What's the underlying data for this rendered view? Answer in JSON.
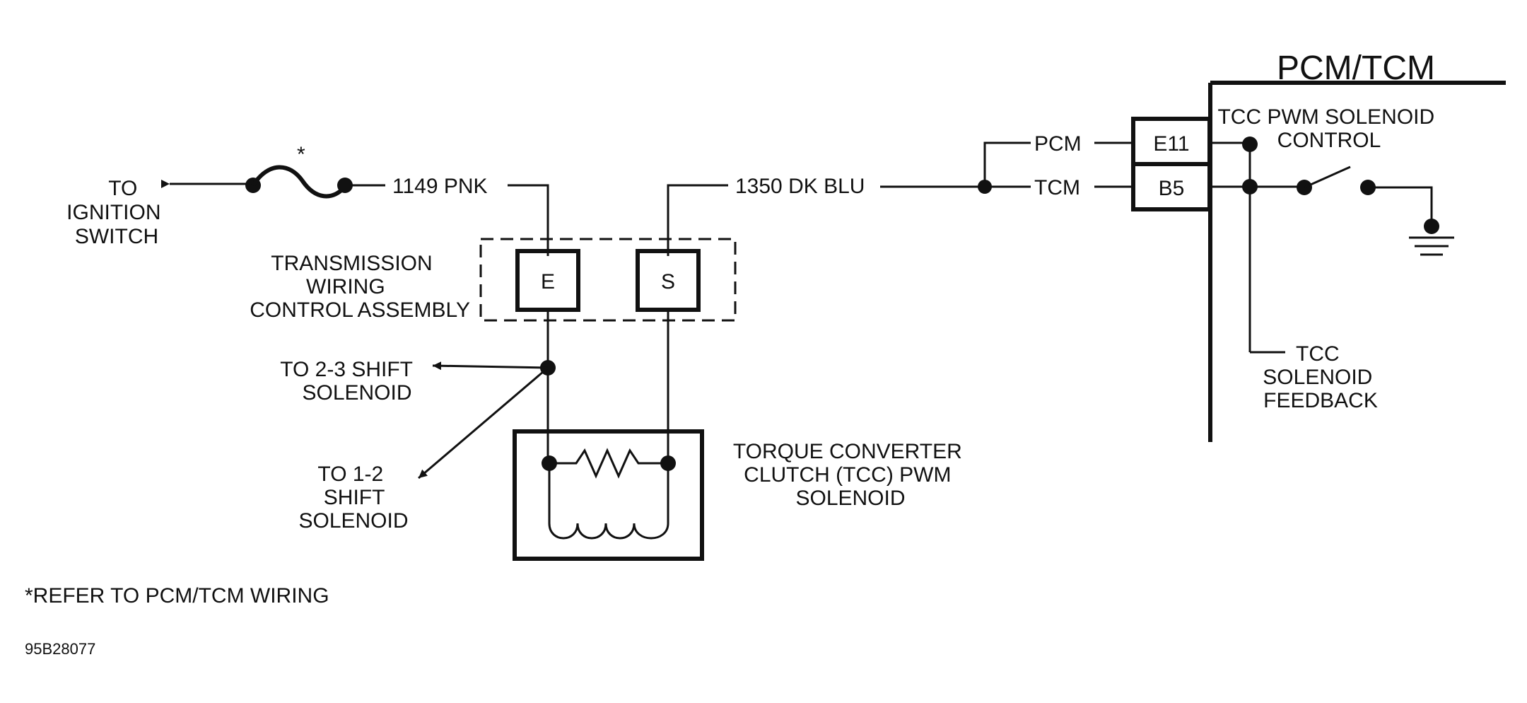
{
  "module_title": "PCM/TCM",
  "fuse_marker": "*",
  "ignition_label": [
    "TO",
    "IGNITION",
    "SWITCH"
  ],
  "wire_pink": "1149 PNK",
  "wire_blue": "1350 DK BLU",
  "pcm_label": "PCM",
  "tcm_label": "TCM",
  "pin_e11": "E11",
  "pin_b5": "B5",
  "tcc_control_label": [
    "TCC PWM SOLENOID",
    "CONTROL"
  ],
  "tcc_feedback_label": [
    "TCC",
    "SOLENOID",
    "FEEDBACK"
  ],
  "assembly_label": [
    "TRANSMISSION",
    "WIRING",
    "CONTROL ASSEMBLY"
  ],
  "terminal_e": "E",
  "terminal_s": "S",
  "shift23_label": [
    "TO 2-3 SHIFT",
    "SOLENOID"
  ],
  "shift12_label": [
    "TO 1-2",
    "SHIFT",
    "SOLENOID"
  ],
  "solenoid_label": [
    "TORQUE CONVERTER",
    "CLUTCH (TCC) PWM",
    "SOLENOID"
  ],
  "footnote": "*REFER TO PCM/TCM WIRING",
  "figure_code": "95B28077"
}
